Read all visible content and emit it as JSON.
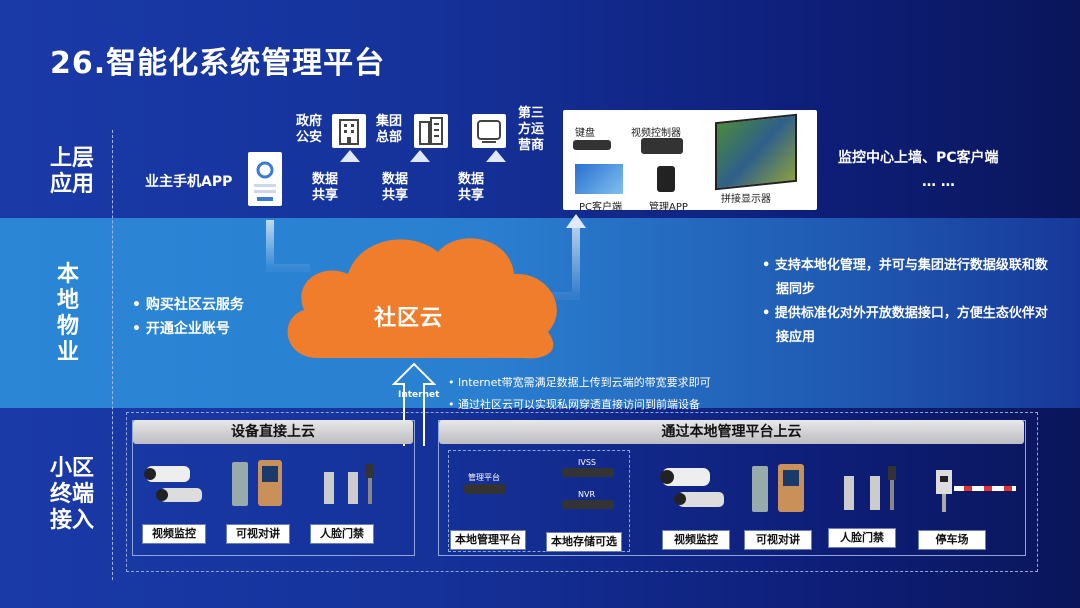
{
  "title": "26.智能化系统管理平台",
  "rows": {
    "upper": "上层\n应用",
    "local": "本\n地\n物\n业",
    "terminal": "小区\n终端\n接入"
  },
  "upper": {
    "owner_app": "业主手机APP",
    "gov": "政府\n公安",
    "group": "集团\n总部",
    "third": "第三\n方运\n营商",
    "share": "数据\n共享",
    "panel_items": {
      "keyboard": "键盘",
      "video_ctrl": "视频控制器",
      "pc_client": "PC客户端",
      "mgmt_app": "管理APP",
      "splice": "拼接显示器"
    },
    "monitor": "监控中心上墙、PC客户端",
    "ellipsis": "… …"
  },
  "local": {
    "cloud": "社区云",
    "left_bullets": [
      "购买社区云服务",
      "开通企业账号"
    ],
    "right_bullets": [
      "支持本地化管理，并可与集团进行数据级联和数据同步",
      "提供标准化对外开放数据接口，方便生态伙伴对接应用"
    ],
    "net_notes": [
      "Internet带宽需满足数据上传到云端的带宽要求即可",
      "通过社区云可以实现私网穿透直接访问到前端设备"
    ],
    "internet": "Internet"
  },
  "terminal": {
    "direct_header": "设备直接上云",
    "platform_header": "通过本地管理平台上云",
    "direct_items": [
      "视频监控",
      "可视对讲",
      "人脸门禁"
    ],
    "platform_items": [
      "本地管理平台",
      "本地存储可选"
    ],
    "platform_labels": {
      "mgmt": "管理平台",
      "ivss": "IVSS",
      "nvr": "NVR"
    },
    "right_items": [
      "视频监控",
      "可视对讲",
      "人脸门禁",
      "停车场"
    ]
  },
  "colors": {
    "cloud": "#ef7d2c",
    "bg_dark": "#0a155a",
    "band": "#2b86d6"
  }
}
